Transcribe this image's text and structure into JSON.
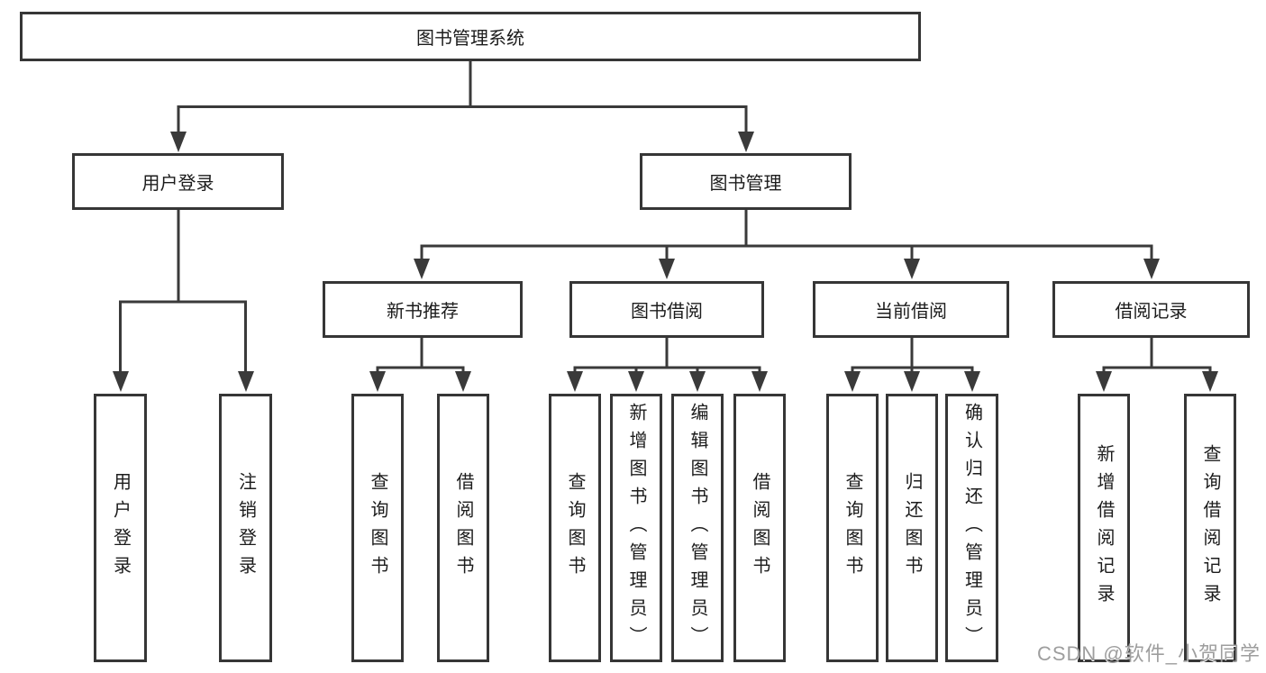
{
  "diagram": {
    "type": "tree-structure-chart",
    "nodes": {
      "root": {
        "label": "图书管理系统"
      },
      "user_login": {
        "label": "用户登录"
      },
      "book_mgmt": {
        "label": "图书管理"
      },
      "new_book_rec": {
        "label": "新书推荐"
      },
      "book_borrow": {
        "label": "图书借阅"
      },
      "current_borrow": {
        "label": "当前借阅"
      },
      "borrow_records": {
        "label": "借阅记录"
      },
      "leaf_user_login": {
        "label": "用户登录"
      },
      "leaf_logout": {
        "label": "注销登录"
      },
      "leaf_nb_query": {
        "label": "查询图书"
      },
      "leaf_nb_borrow": {
        "label": "借阅图书"
      },
      "leaf_bb_query": {
        "label": "查询图书"
      },
      "leaf_bb_add": {
        "label": "新增图书（管理员）"
      },
      "leaf_bb_edit": {
        "label": "编辑图书（管理员）"
      },
      "leaf_bb_borrow": {
        "label": "借阅图书"
      },
      "leaf_cb_query": {
        "label": "查询图书"
      },
      "leaf_cb_return": {
        "label": "归还图书"
      },
      "leaf_cb_confirm": {
        "label": "确认归还（管理员）"
      },
      "leaf_rec_add": {
        "label": "新增借阅记录"
      },
      "leaf_rec_query": {
        "label": "查询借阅记录"
      }
    },
    "colors": {
      "line": "#3a3a3a",
      "box_border": "#363636",
      "text": "#1c1c1c",
      "background": "#ffffff",
      "watermark": "#9e9e9e"
    }
  },
  "watermark": {
    "text": "CSDN @软件_小贺同学"
  }
}
